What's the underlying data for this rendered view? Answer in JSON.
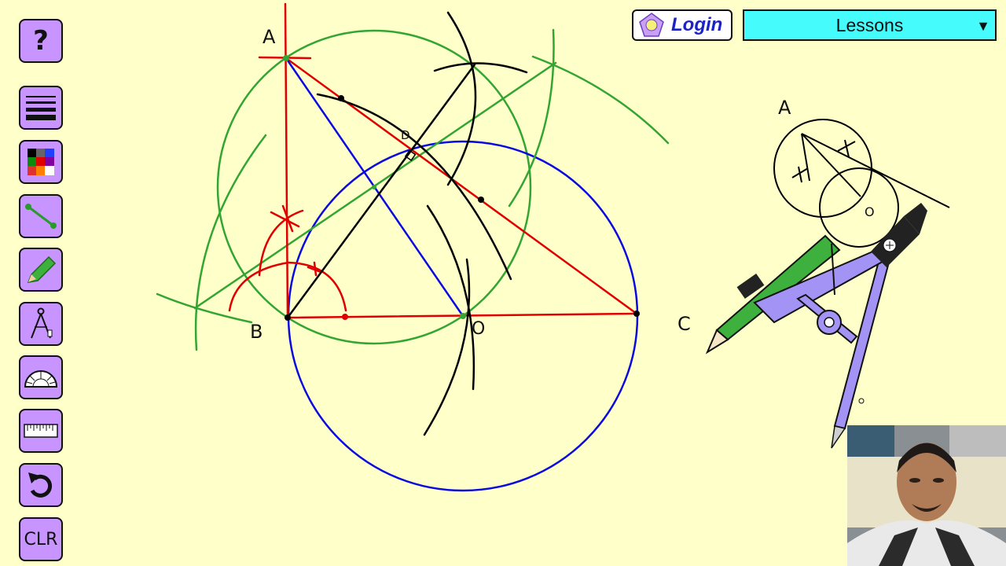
{
  "toolbar": {
    "help_label": "?",
    "clear_label": "CLR",
    "tools": [
      "help-icon",
      "line-width-icon",
      "color-palette-icon",
      "line-segment-icon",
      "pencil-icon",
      "compass-icon",
      "protractor-icon",
      "ruler-icon",
      "undo-icon",
      "clear"
    ]
  },
  "header": {
    "login_label": "Login",
    "lessons_label": "Lessons",
    "lessons_arrow": "▼"
  },
  "drawing": {
    "labels": {
      "A": "A",
      "B": "B",
      "C": "C",
      "D": "D",
      "O": "O",
      "sketch_A": "A",
      "sketch_O": "O"
    },
    "colors": {
      "background": "#ffffc9",
      "red": "#e00000",
      "green": "#33a533",
      "blue": "#0a0ae0",
      "black": "#000000",
      "tool_purple": "#c894ff",
      "lessons_cyan": "#45fbfb",
      "login_blue": "#1a22c8"
    }
  }
}
